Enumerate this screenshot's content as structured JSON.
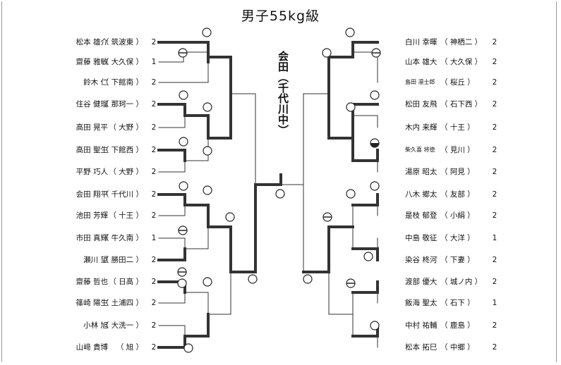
{
  "title": "男子55kg級",
  "champion": "会田（千代川中）",
  "left_bracket": [
    {
      "name": "松本 雄介",
      "school": "（ 筑波東 ）",
      "score": "2"
    },
    {
      "name": "齋藤 雅敏",
      "school": "（ 大久保 ）",
      "score": "1"
    },
    {
      "name": "鈴木 仁",
      "school": "（ 下館南 ）",
      "score": "2"
    },
    {
      "name": "住谷 健瑠",
      "school": "（ 那珂一 ）",
      "score": "2"
    },
    {
      "name": "高田 晃平",
      "school": "（ 大野 ）",
      "score": "2"
    },
    {
      "name": "高田 聖生",
      "school": "（ 下館西 ）",
      "score": "2"
    },
    {
      "name": "平野 巧人",
      "school": "（ 大野 ）",
      "score": "2"
    },
    {
      "name": "会田 翔平",
      "school": "（ 千代川 ）",
      "score": "2"
    },
    {
      "name": "池田 芳輝",
      "school": "（ 十王 ）",
      "score": "2"
    },
    {
      "name": "市田 真輝",
      "school": "（ 牛久南 ）",
      "score": "1"
    },
    {
      "name": "瀬川 望",
      "school": "（ 勝田二 ）",
      "score": "2"
    },
    {
      "name": "齋藤 哲也",
      "school": "（ 日高 ）",
      "score": "2"
    },
    {
      "name": "篠崎 陽生",
      "school": "（ 土浦四 ）",
      "score": "2"
    },
    {
      "name": "小林 旭",
      "school": "（ 大洗一 ）",
      "score": "2"
    },
    {
      "name": "山﨑 貴博",
      "school": "（ 旭 ）",
      "score": "2"
    }
  ],
  "right_bracket": [
    {
      "name": "白川 幸暉",
      "school": "（ 神栖二 ）",
      "score": "2"
    },
    {
      "name": "山本 雄大",
      "school": "（ 大久保 ）",
      "score": "2"
    },
    {
      "name": "島田 凛士郎",
      "school": "（ 桜丘 ）",
      "score": "2"
    },
    {
      "name": "松田 友飛",
      "school": "（ 石下西 ）",
      "score": "2"
    },
    {
      "name": "木内 来輝",
      "school": "（ 十王 ）",
      "score": "2"
    },
    {
      "name": "柴久喜 将徳",
      "school": "（ 見川 ）",
      "score": "2"
    },
    {
      "name": "湯原 昭太",
      "school": "（ 阿見 ）",
      "score": "2"
    },
    {
      "name": "八木 郷太",
      "school": "（ 友部 ）",
      "score": "2"
    },
    {
      "name": "是枝 郁登",
      "school": "（ 小絹 ）",
      "score": "2"
    },
    {
      "name": "中島 敬征",
      "school": "（ 大洋 ）",
      "score": "1"
    },
    {
      "name": "染谷 柊河",
      "school": "（ 下妻 ）",
      "score": "2"
    },
    {
      "name": "渡部 優大",
      "school": "（ 城ノ内 ）",
      "score": "2"
    },
    {
      "name": "飯海 聖太",
      "school": "（ 石下 ）",
      "score": "1"
    },
    {
      "name": "中村 祐輔",
      "school": "（ 鹿島 ）",
      "score": "2"
    },
    {
      "name": "松本 拓巳",
      "school": "（ 中郷 ）",
      "score": "2"
    }
  ],
  "result_marks": {
    "win": "○",
    "fusen": "⊖",
    "half": "◒"
  }
}
